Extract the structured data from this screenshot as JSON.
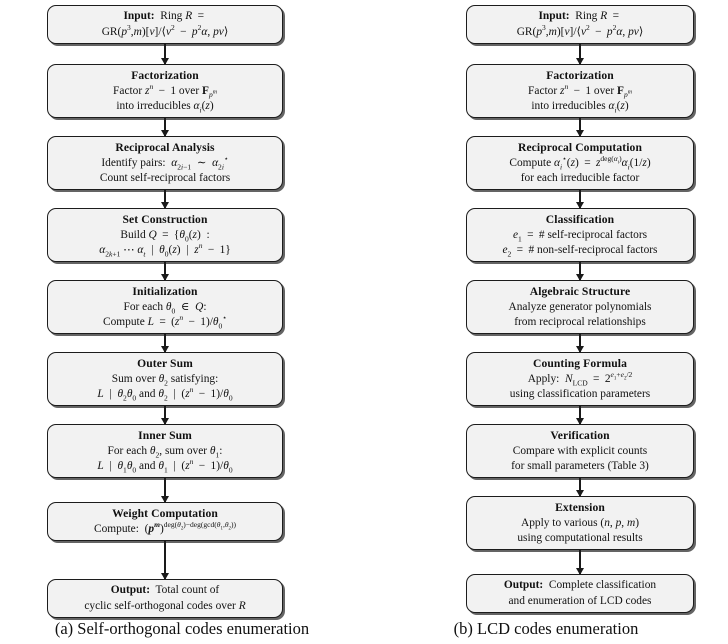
{
  "figure": {
    "panels": [
      {
        "id": "panel-a",
        "caption": "(a) Self-orthogonal codes enumeration",
        "nodes": [
          {
            "name": "input",
            "lines": 2,
            "title": "Input:",
            "title_inline": true,
            "text_lines": [
              "Input:  Ring R  =",
              "GR(p³,m)[v]/⟨v² − p²α, pv⟩"
            ]
          },
          {
            "name": "factorization",
            "lines": 3,
            "title": "Factorization",
            "title_inline": false,
            "text_lines": [
              "Factorization",
              "Factor zⁿ − 1 over 𝔽pm",
              "into irreducibles αi(z)"
            ]
          },
          {
            "name": "reciprocal-analysis",
            "lines": 3,
            "title": "Reciprocal Analysis",
            "title_inline": false,
            "text_lines": [
              "Reciprocal Analysis",
              "Identify pairs:  α2i−1  ∼  α*2i",
              "Count self-reciprocal factors"
            ]
          },
          {
            "name": "set-construction",
            "lines": 3,
            "title": "Set Construction",
            "title_inline": false,
            "text_lines": [
              "Set Construction",
              "Build Q  =  {θ0(z)  :",
              "α2k+1 ⋯ αt  |  θ0(z)  |  zⁿ − 1}"
            ]
          },
          {
            "name": "initialization",
            "lines": 3,
            "title": "Initialization",
            "title_inline": false,
            "text_lines": [
              "Initialization",
              "For each θ0  ∈  Q:",
              "Compute L  =  (zⁿ − 1)/θ*0"
            ]
          },
          {
            "name": "outer-sum",
            "lines": 3,
            "title": "Outer Sum",
            "title_inline": false,
            "text_lines": [
              "Outer Sum",
              "Sum over θ2 satisfying:",
              "L | θ2θ0 and θ2 | (zⁿ − 1)/θ0"
            ]
          },
          {
            "name": "inner-sum",
            "lines": 3,
            "title": "Inner Sum",
            "title_inline": false,
            "text_lines": [
              "Inner Sum",
              "For each θ2, sum over θ1:",
              "L | θ1θ0 and θ1 | (zⁿ − 1)/θ0"
            ]
          },
          {
            "name": "weight-computation",
            "lines": 2,
            "title": "Weight Computation",
            "title_inline": false,
            "text_lines": [
              "Weight Computation",
              "Compute:  (pm)deg(θ2)−deg(gcd(θ1,θ2))"
            ]
          },
          {
            "name": "output",
            "lines": 2,
            "title": "Output:",
            "title_inline": true,
            "text_lines": [
              "Output:  Total count of",
              "cyclic self-orthogonal codes over R"
            ]
          }
        ]
      },
      {
        "id": "panel-b",
        "caption": "(b) LCD codes enumeration",
        "nodes": [
          {
            "name": "input",
            "lines": 2,
            "title": "Input:",
            "title_inline": true,
            "text_lines": [
              "Input:  Ring R  =",
              "GR(p³,m)[v]/⟨v² − p²α, pv⟩"
            ]
          },
          {
            "name": "factorization",
            "lines": 3,
            "title": "Factorization",
            "title_inline": false,
            "text_lines": [
              "Factorization",
              "Factor zⁿ − 1 over 𝔽pm",
              "into irreducibles αi(z)"
            ]
          },
          {
            "name": "reciprocal-computation",
            "lines": 3,
            "title": "Reciprocal Computation",
            "title_inline": false,
            "text_lines": [
              "Reciprocal Computation",
              "Compute α*i(z)  =  zdeg(αi)αi(1/z)",
              "for each irreducible factor"
            ]
          },
          {
            "name": "classification",
            "lines": 3,
            "title": "Classification",
            "title_inline": false,
            "text_lines": [
              "Classification",
              "e1  =  # self-reciprocal factors",
              "e2  =  # non-self-reciprocal factors"
            ]
          },
          {
            "name": "algebraic-structure",
            "lines": 3,
            "title": "Algebraic Structure",
            "title_inline": false,
            "text_lines": [
              "Algebraic Structure",
              "Analyze generator polynomials",
              "from reciprocal relationships"
            ]
          },
          {
            "name": "counting-formula",
            "lines": 3,
            "title": "Counting Formula",
            "title_inline": false,
            "text_lines": [
              "Counting Formula",
              "Apply:  NLCD  =  2e1+e2/2",
              "using classification parameters"
            ]
          },
          {
            "name": "verification",
            "lines": 3,
            "title": "Verification",
            "title_inline": false,
            "text_lines": [
              "Verification",
              "Compare with explicit counts",
              "for small parameters (Table 3)"
            ]
          },
          {
            "name": "extension",
            "lines": 3,
            "title": "Extension",
            "title_inline": false,
            "text_lines": [
              "Extension",
              "Apply to various (n, p, m)",
              "using computational results"
            ]
          },
          {
            "name": "output",
            "lines": 2,
            "title": "Output:",
            "title_inline": true,
            "text_lines": [
              "Output:  Complete classification",
              "and enumeration of LCD codes"
            ]
          }
        ]
      }
    ],
    "colors": {
      "node_fill": "#f2f2f2",
      "node_border": "#1c1c1c",
      "arrow": "#1a1a1a",
      "text": "#111111",
      "background": "#ffffff"
    }
  }
}
